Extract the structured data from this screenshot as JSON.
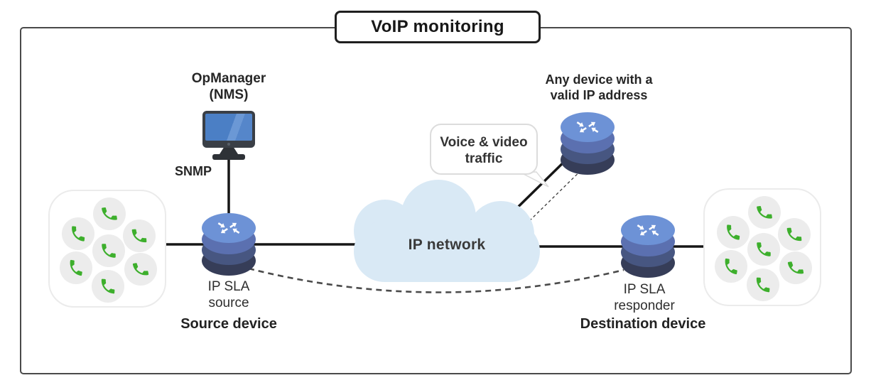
{
  "title": "VoIP monitoring",
  "nms": {
    "name": "OpManager",
    "subtitle": "(NMS)",
    "protocol_label": "SNMP"
  },
  "cloud": {
    "label": "IP network"
  },
  "traffic_callout": {
    "line1": "Voice & video",
    "line2": "traffic"
  },
  "any_device": {
    "line1": "Any device with a",
    "line2": "valid IP address"
  },
  "source": {
    "sla_line1": "IP SLA",
    "sla_line2": "source",
    "device_label": "Source device"
  },
  "destination": {
    "sla_line1": "IP SLA",
    "sla_line2": "responder",
    "device_label": "Destination device"
  },
  "icons": {
    "nms_icon": "monitor-icon",
    "router_icon": "router-crossing-arrows-icon",
    "phone_icon": "phone-handset-icon",
    "network_icon": "cloud-icon"
  },
  "colors": {
    "router_top": "#6d92d6",
    "router_band2": "#5b70b0",
    "router_band3": "#475681",
    "router_band4": "#363d58",
    "cloud_fill": "#d9e9f5",
    "phone_green": "#3daf2c",
    "monitor_frame": "#3a3f46",
    "monitor_screen": "#4c80c6",
    "connector": "#161616"
  }
}
